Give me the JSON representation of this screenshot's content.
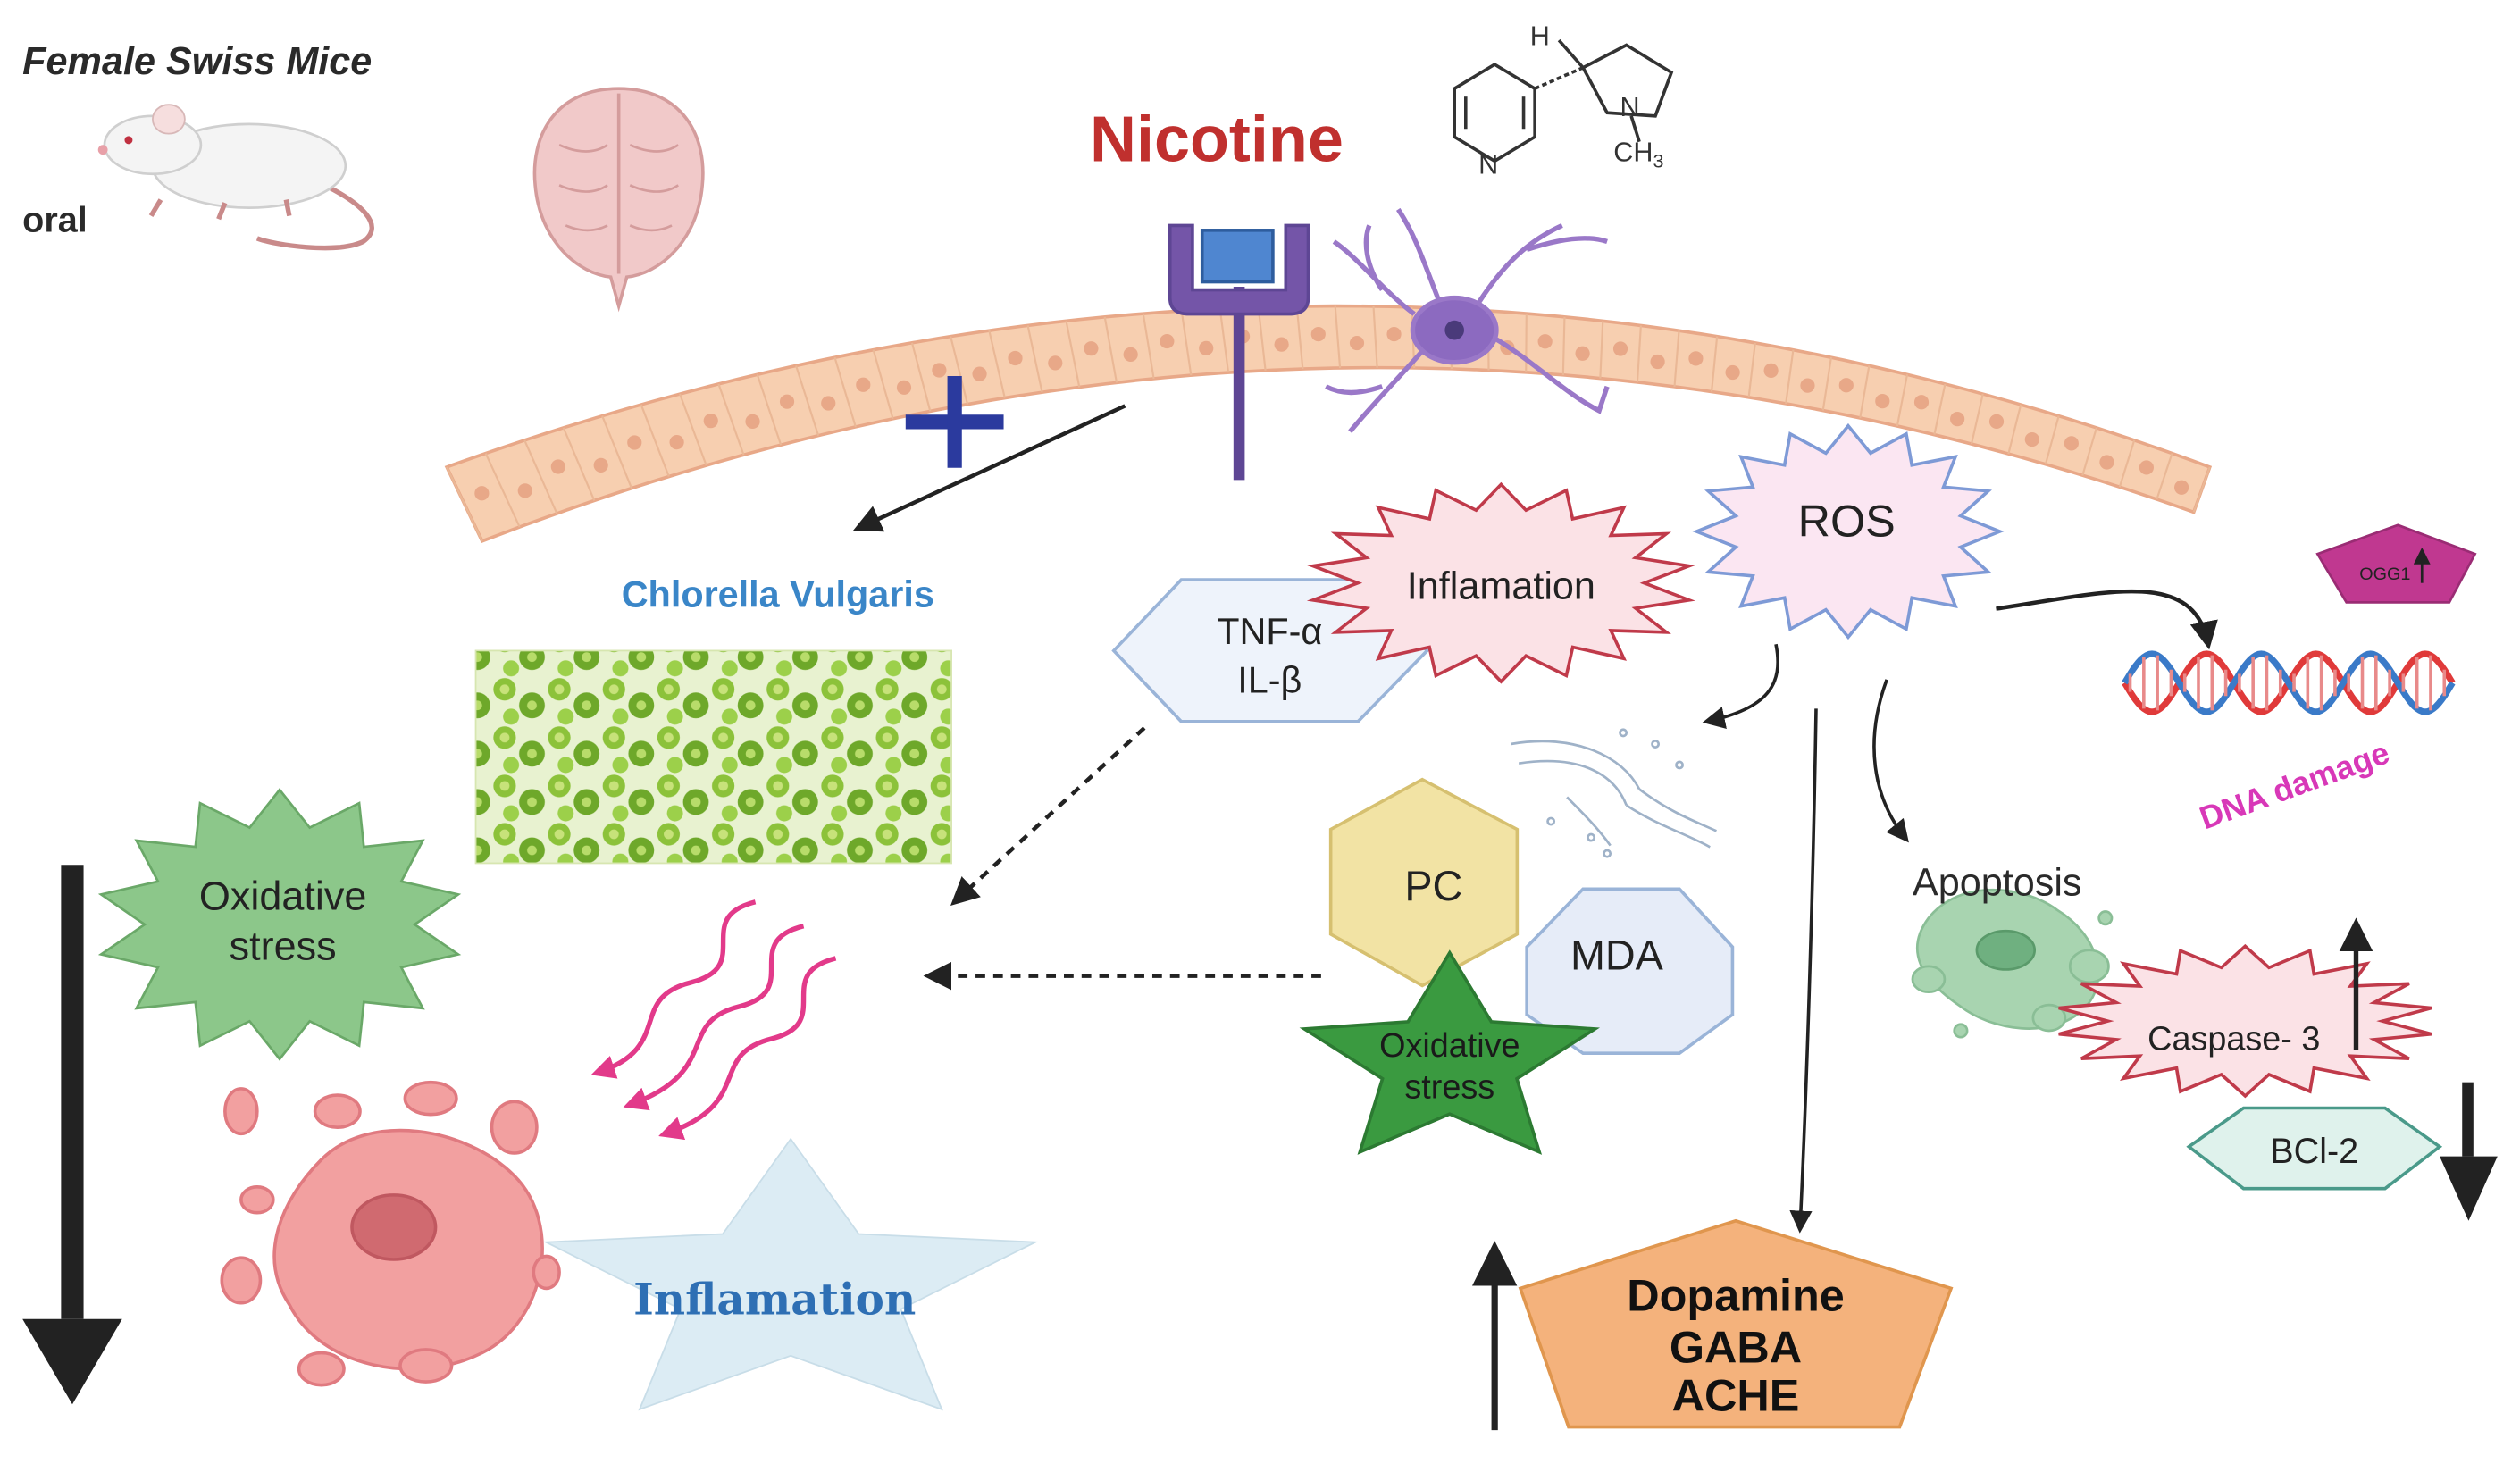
{
  "labels": {
    "subject": "Female Swiss Mice",
    "route": "oral",
    "title": "Nicotine",
    "pyridine_n": "N",
    "pyrrolidine_n": "N",
    "hydrogen": "H",
    "methyl": "CH",
    "methyl_sub": "3",
    "treatment": "Chlorella Vulgaris",
    "oxidative_stress_left_1": "Oxidative",
    "oxidative_stress_left_2": "stress",
    "inflammation_left": "Inflamation",
    "inflammation_center": "Inflamation",
    "tnf_alpha": "TNF-α",
    "il_beta": "IL-β",
    "ros": "ROS",
    "ogg1": "OGG1",
    "dna_damage": "DNA damage",
    "pc": "PC",
    "mda": "MDA",
    "oxidative_stress_center_1": "Oxidative",
    "oxidative_stress_center_2": "stress",
    "apoptosis": "Apoptosis",
    "caspase": "Caspase- 3",
    "bcl2": "BCl-2",
    "neuro_1": "Dopamine",
    "neuro_2": "GABA",
    "neuro_3": "ACHE"
  },
  "colors": {
    "nicotine_red": "#c0302e",
    "chlorella_blue": "#3a86c8",
    "plus_blue": "#2b3a9e",
    "inflammation_blue": "#2e6fb4",
    "dna_pink": "#d838b8",
    "ogg1_magenta": "#c03890",
    "receptor_purple": "#7455a8",
    "membrane_fill": "#f7cfb0",
    "membrane_cell": "#e8a888",
    "oxidative_green": "#8cc78a",
    "oxidative_dark_green": "#3a9a40",
    "pc_yellow": "#f2e3a4",
    "mda_blue": "#e6ecf8",
    "ros_pink": "#fbe6f2",
    "inflammation_pink": "#fbe2e6",
    "tnf_blue": "#eef3fb",
    "bcl2_teal": "#dff2ec",
    "neuro_orange": "#f4b27c",
    "star_blue": "#dcecf4"
  }
}
